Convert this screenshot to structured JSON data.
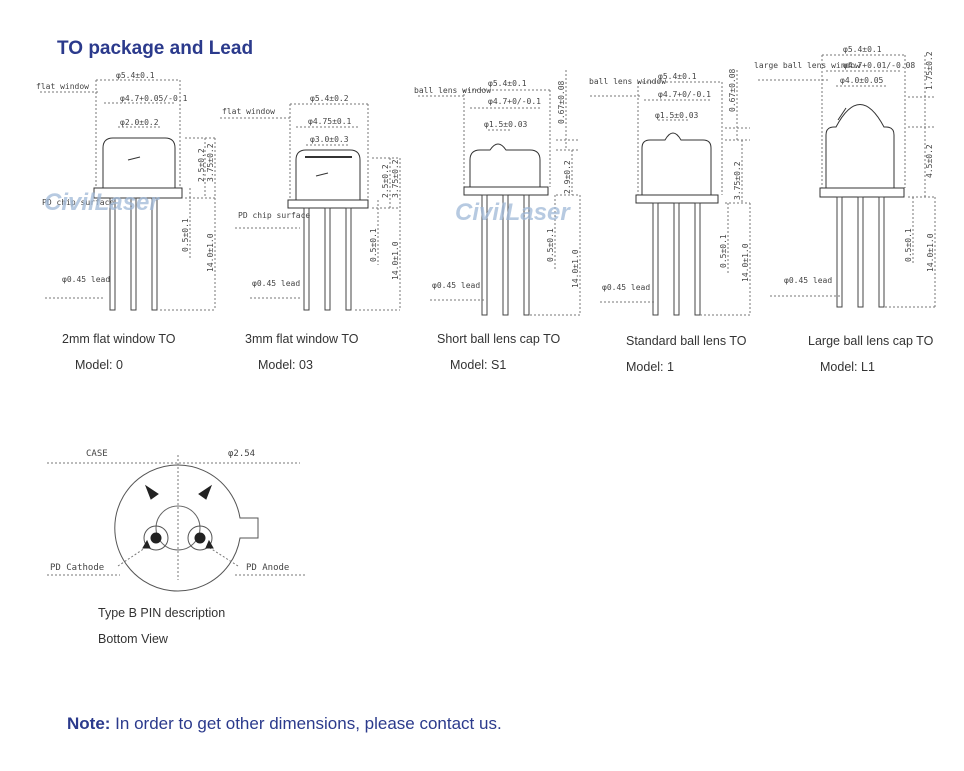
{
  "title": "TO package and Lead",
  "watermark": "CivilLaser",
  "packages": [
    {
      "name": "2mm   flat window TO",
      "model": "Model: 0",
      "labels": {
        "window": "flat window",
        "chip": "PD chip surface",
        "lead": "φ0.45 lead"
      },
      "dims": {
        "d1": "φ5.4±0.1",
        "d2": "φ4.7+0.05/-0.1",
        "d3": "φ2.0±0.2",
        "h1": "2.5±0.2",
        "h2": "3.75±0.2",
        "h3": "0.5±0.1",
        "h4": "14.0±1.0"
      }
    },
    {
      "name": "3mm   flat window TO",
      "model": "Model: 03",
      "labels": {
        "window": "flat window",
        "chip": "PD chip surface",
        "lead": "φ0.45 lead"
      },
      "dims": {
        "d1": "φ5.4±0.2",
        "d2": "φ4.75±0.1",
        "d3": "φ3.0±0.3",
        "h1": "2.5±0.2",
        "h2": "3.75±0.2",
        "h3": "0.5±0.1",
        "h4": "14.0±1.0"
      }
    },
    {
      "name": "Short ball lens cap TO",
      "model": "Model: S1",
      "labels": {
        "window": "ball lens window",
        "lead": "φ0.45 lead"
      },
      "dims": {
        "d1": "φ5.4±0.1",
        "d2": "φ4.7+0/-0.1",
        "d3": "φ1.5±0.03",
        "h1": "0.67±0.08",
        "h2": "2.9±0.2",
        "h3": "0.5±0.1",
        "h4": "14.0±1.0"
      }
    },
    {
      "name": "Standard ball lens TO",
      "model": "Model: 1",
      "labels": {
        "window": "ball lens window",
        "lead": "φ0.45 lead"
      },
      "dims": {
        "d1": "φ5.4±0.1",
        "d2": "φ4.7+0/-0.1",
        "d3": "φ1.5±0.03",
        "h1": "0.67±0.08",
        "h2": "3.75±0.2",
        "h3": "0.5±0.1",
        "h4": "14.0±1.0"
      }
    },
    {
      "name": "Large ball lens cap TO",
      "model": "Model: L1",
      "labels": {
        "window": "large ball lens window",
        "lead": "φ0.45 lead"
      },
      "dims": {
        "d1": "φ5.4±0.1",
        "d2": "φ4.7+0.01/-0.08",
        "d3": "φ4.0±0.05",
        "h1": "1.75±0.2",
        "h2": "4.5±0.2",
        "h3": "0.5±0.1",
        "h4": "14.0±1.0"
      }
    }
  ],
  "pinout": {
    "case_label": "CASE",
    "pitch_label": "φ2.54",
    "cathode_label": "PD Cathode",
    "anode_label": "PD Anode",
    "caption1": "Type B    PIN description",
    "caption2": "Bottom View"
  },
  "note": {
    "prefix": "Note:",
    "text": " In order to get other dimensions, please contact us."
  }
}
